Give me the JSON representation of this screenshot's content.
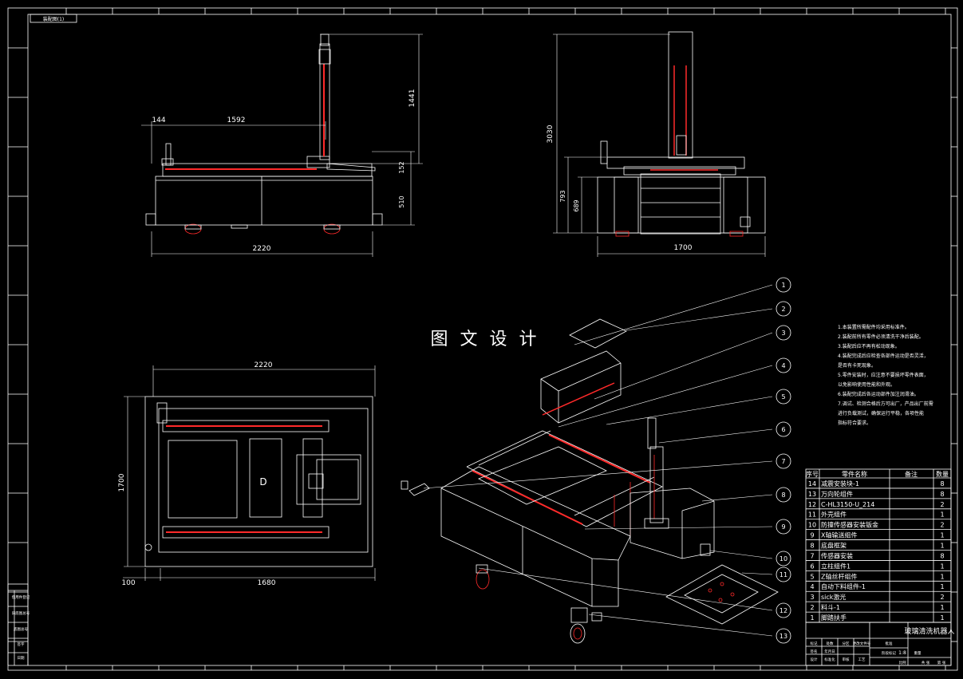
{
  "drawing": {
    "title_tag": "装配图(1)",
    "watermark": "图 文 设 计",
    "product_name": "玻璃清洗机器人",
    "colors": {
      "background": "#000000",
      "line": "#ffffff",
      "accent": "#ff2a2a",
      "gray": "#8a8a8a"
    }
  },
  "front_view": {
    "dims": {
      "left_offset": "144",
      "span": "1592",
      "height": "1441",
      "rail": "152",
      "body": "510",
      "width": "2220"
    }
  },
  "side_view": {
    "dims": {
      "total": "3030",
      "a": "793",
      "b": "689",
      "width": "1700"
    }
  },
  "top_view": {
    "dims": {
      "width": "2220",
      "depth": "1700",
      "offset": "100",
      "inner": "1680"
    },
    "panel_label": "D"
  },
  "balloons": [
    "1",
    "2",
    "3",
    "4",
    "5",
    "6",
    "7",
    "8",
    "9",
    "10",
    "11",
    "12",
    "13"
  ],
  "notes": [
    "1.本装置所需配件均采用标准件。",
    "2.装配前所有零件必须清洗干净后装配。",
    "3.装配后应不再有松动现象。",
    "4.装配完成后应检查各部件运动是否灵活，",
    "  是否有卡死现象。",
    "5.零件安装时，应注意不要损坏零件表面，",
    "  以免影响使用性能和外观。",
    "6.装配完成后各运动部件加注润滑油。",
    "7.调试、检测合格后方可出厂，产品出厂前需",
    "  进行负载测试，确保运行平稳，各项性能",
    "  指标符合要求。"
  ],
  "bom": {
    "headers": [
      "序号",
      "零件名称",
      "备注",
      "数量"
    ],
    "rows": [
      {
        "no": "14",
        "name": "减震安装块-1",
        "qty": "8"
      },
      {
        "no": "13",
        "name": "万向轮组件",
        "qty": "8"
      },
      {
        "no": "12",
        "name": "C-HL3150-U_214",
        "qty": "2"
      },
      {
        "no": "11",
        "name": "外壳组件",
        "qty": "1"
      },
      {
        "no": "10",
        "name": "防撞传感器安装钣金",
        "qty": "2"
      },
      {
        "no": "9",
        "name": "X轴输送组件",
        "qty": "1"
      },
      {
        "no": "8",
        "name": "底盘框架",
        "qty": "1"
      },
      {
        "no": "7",
        "name": "传感器安装",
        "qty": "8"
      },
      {
        "no": "6",
        "name": "立柱组件1",
        "qty": "1"
      },
      {
        "no": "5",
        "name": "Z轴丝杆组件",
        "qty": "1"
      },
      {
        "no": "4",
        "name": "自动下料组件-1",
        "qty": "1"
      },
      {
        "no": "3",
        "name": "sick激光",
        "qty": "2"
      },
      {
        "no": "2",
        "name": "料斗-1",
        "qty": "1"
      },
      {
        "no": "1",
        "name": "脚踏扶手",
        "qty": "1"
      }
    ]
  },
  "title_block": {
    "cells": [
      "标记",
      "处数",
      "分区",
      "更改文件号",
      "签名",
      "年月日",
      "设计",
      "标准化",
      "审核",
      "工艺",
      "批准",
      "阶段标记",
      "重量",
      "比例",
      "共 张",
      "第 张"
    ],
    "scale": "1:8"
  },
  "revision_block": {
    "labels": [
      "借用件登记",
      "旧底图总号",
      "底图总号",
      "签字",
      "日期"
    ]
  }
}
